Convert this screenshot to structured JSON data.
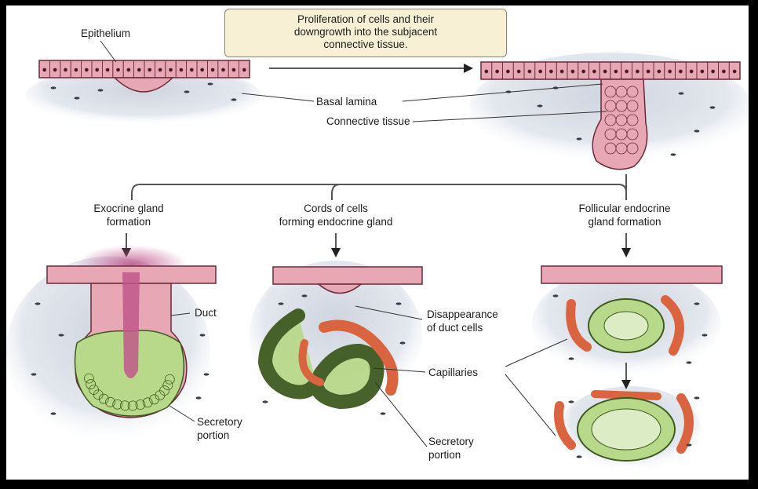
{
  "callout": {
    "lines": [
      "Proliferation of cells and their",
      "downgrowth into the subjacent",
      "connective tissue."
    ]
  },
  "labels": {
    "epithelium": "Epithelium",
    "basal_lamina": "Basal lamina",
    "connective_tissue": "Connective tissue",
    "exocrine": [
      "Exocrine gland",
      "formation"
    ],
    "cords": [
      "Cords of cells",
      "forming endocrine gland"
    ],
    "follicular": [
      "Follicular endocrine",
      "gland formation"
    ],
    "duct": "Duct",
    "disappearance": [
      "Disappearance",
      "of duct cells"
    ],
    "capillaries": "Capillaries",
    "secretory_left": [
      "Secretory",
      "portion"
    ],
    "secretory_mid": [
      "Secretory",
      "portion"
    ]
  },
  "colors": {
    "epithelium": "#e8a7b4",
    "cell_border": "#6b2a38",
    "connective": "#dfe3ea",
    "secretory": "#b9d98a",
    "capillary": "#d9643f",
    "duct_lumen": "#c0578a",
    "callout_bg": "#f7f0d4"
  }
}
